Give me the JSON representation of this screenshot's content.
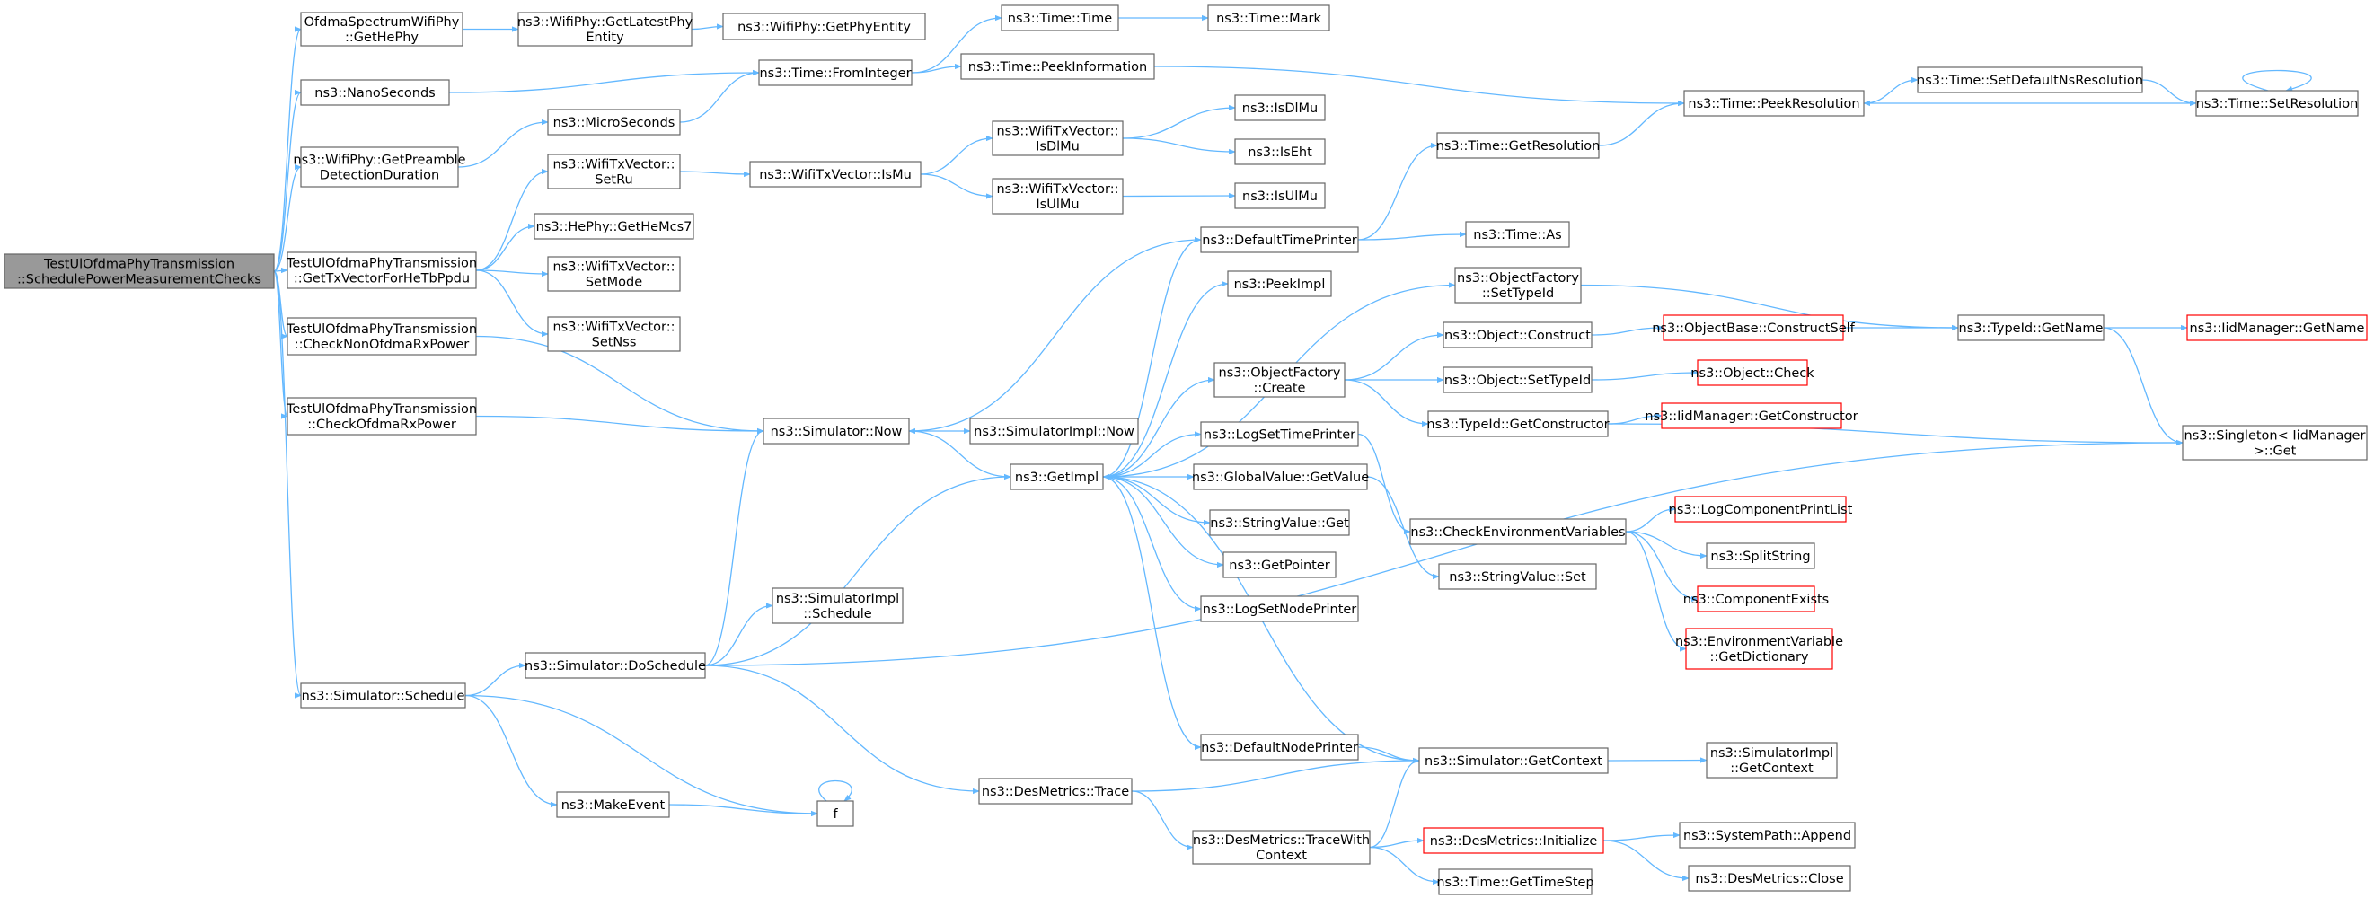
{
  "colors": {
    "edge": "#63b8ff",
    "node_border": "#666666",
    "root_fill": "#999999",
    "truncated_border": "#ff0000",
    "background": "#ffffff"
  },
  "nodes": [
    {
      "id": "root",
      "lines": [
        "TestUlOfdmaPhyTransmission",
        "::SchedulePowerMeasurementChecks"
      ],
      "kind": "root"
    },
    {
      "id": "ofdma_gethephy",
      "lines": [
        "OfdmaSpectrumWifiPhy",
        "::GetHePhy"
      ]
    },
    {
      "id": "nanoseconds",
      "lines": [
        "ns3::NanoSeconds"
      ]
    },
    {
      "id": "getpreamble",
      "lines": [
        "ns3::WifiPhy::GetPreamble",
        "DetectionDuration"
      ]
    },
    {
      "id": "gettxvector",
      "lines": [
        "TestUlOfdmaPhyTransmission",
        "::GetTxVectorForHeTbPpdu"
      ]
    },
    {
      "id": "checknonofdma",
      "lines": [
        "TestUlOfdmaPhyTransmission",
        "::CheckNonOfdmaRxPower"
      ]
    },
    {
      "id": "checkofdma",
      "lines": [
        "TestUlOfdmaPhyTransmission",
        "::CheckOfdmaRxPower"
      ]
    },
    {
      "id": "sim_schedule",
      "lines": [
        "ns3::Simulator::Schedule"
      ]
    },
    {
      "id": "getlatestphy",
      "lines": [
        "ns3::WifiPhy::GetLatestPhy",
        "Entity"
      ]
    },
    {
      "id": "getphyentity",
      "lines": [
        "ns3::WifiPhy::GetPhyEntity"
      ]
    },
    {
      "id": "microseconds",
      "lines": [
        "ns3::MicroSeconds"
      ]
    },
    {
      "id": "setru",
      "lines": [
        "ns3::WifiTxVector::",
        "SetRu"
      ]
    },
    {
      "id": "getheMcs7",
      "lines": [
        "ns3::HePhy::GetHeMcs7"
      ]
    },
    {
      "id": "setmode",
      "lines": [
        "ns3::WifiTxVector::",
        "SetMode"
      ]
    },
    {
      "id": "setnss",
      "lines": [
        "ns3::WifiTxVector::",
        "SetNss"
      ]
    },
    {
      "id": "fromint",
      "lines": [
        "ns3::Time::FromInteger"
      ]
    },
    {
      "id": "ismu",
      "lines": [
        "ns3::WifiTxVector::IsMu"
      ]
    },
    {
      "id": "sim_now",
      "lines": [
        "ns3::Simulator::Now"
      ]
    },
    {
      "id": "doschedule",
      "lines": [
        "ns3::Simulator::DoSchedule"
      ]
    },
    {
      "id": "simimpl_schedule",
      "lines": [
        "ns3::SimulatorImpl",
        "::Schedule"
      ]
    },
    {
      "id": "makeevent",
      "lines": [
        "ns3::MakeEvent"
      ]
    },
    {
      "id": "f",
      "lines": [
        "f"
      ]
    },
    {
      "id": "destrace",
      "lines": [
        "ns3::DesMetrics::Trace"
      ]
    },
    {
      "id": "time_time",
      "lines": [
        "ns3::Time::Time"
      ]
    },
    {
      "id": "peekinfo",
      "lines": [
        "ns3::Time::PeekInformation"
      ]
    },
    {
      "id": "isdlmu",
      "lines": [
        "ns3::WifiTxVector::",
        "IsDlMu"
      ]
    },
    {
      "id": "isulmu",
      "lines": [
        "ns3::WifiTxVector::",
        "IsUlMu"
      ]
    },
    {
      "id": "simimpl_now",
      "lines": [
        "ns3::SimulatorImpl::Now"
      ]
    },
    {
      "id": "getimpl",
      "lines": [
        "ns3::GetImpl"
      ]
    },
    {
      "id": "tracewithctx",
      "lines": [
        "ns3::DesMetrics::TraceWith",
        "Context"
      ]
    },
    {
      "id": "mark",
      "lines": [
        "ns3::Time::Mark"
      ]
    },
    {
      "id": "ns3_isdlmu",
      "lines": [
        "ns3::IsDlMu"
      ]
    },
    {
      "id": "iseht",
      "lines": [
        "ns3::IsEht"
      ]
    },
    {
      "id": "ns3_isulmu",
      "lines": [
        "ns3::IsUlMu"
      ]
    },
    {
      "id": "deftimeprinter",
      "lines": [
        "ns3::DefaultTimePrinter"
      ]
    },
    {
      "id": "peekimpl",
      "lines": [
        "ns3::PeekImpl"
      ]
    },
    {
      "id": "objfact_create",
      "lines": [
        "ns3::ObjectFactory",
        "::Create"
      ]
    },
    {
      "id": "logsettime",
      "lines": [
        "ns3::LogSetTimePrinter"
      ]
    },
    {
      "id": "gv_getvalue",
      "lines": [
        "ns3::GlobalValue::GetValue"
      ]
    },
    {
      "id": "sv_get",
      "lines": [
        "ns3::StringValue::Get"
      ]
    },
    {
      "id": "getpointer",
      "lines": [
        "ns3::GetPointer"
      ]
    },
    {
      "id": "logsetnode",
      "lines": [
        "ns3::LogSetNodePrinter"
      ]
    },
    {
      "id": "defnodeprinter",
      "lines": [
        "ns3::DefaultNodePrinter"
      ]
    },
    {
      "id": "sim_getcontext",
      "lines": [
        "ns3::Simulator::GetContext"
      ]
    },
    {
      "id": "desinit",
      "lines": [
        "ns3::DesMetrics::Initialize"
      ],
      "kind": "trunc"
    },
    {
      "id": "gettimestep",
      "lines": [
        "ns3::Time::GetTimeStep"
      ]
    },
    {
      "id": "getresolution",
      "lines": [
        "ns3::Time::GetResolution"
      ]
    },
    {
      "id": "time_as",
      "lines": [
        "ns3::Time::As"
      ]
    },
    {
      "id": "objfact_settypeid",
      "lines": [
        "ns3::ObjectFactory",
        "::SetTypeId"
      ]
    },
    {
      "id": "obj_construct",
      "lines": [
        "ns3::Object::Construct"
      ]
    },
    {
      "id": "obj_settypeid",
      "lines": [
        "ns3::Object::SetTypeId"
      ]
    },
    {
      "id": "typeid_getctor",
      "lines": [
        "ns3::TypeId::GetConstructor"
      ]
    },
    {
      "id": "checkenv",
      "lines": [
        "ns3::CheckEnvironmentVariables"
      ]
    },
    {
      "id": "sv_set",
      "lines": [
        "ns3::StringValue::Set"
      ]
    },
    {
      "id": "peekresolution",
      "lines": [
        "ns3::Time::PeekResolution"
      ]
    },
    {
      "id": "objbase_construct",
      "lines": [
        "ns3::ObjectBase::ConstructSelf"
      ],
      "kind": "trunc"
    },
    {
      "id": "obj_check",
      "lines": [
        "ns3::Object::Check"
      ],
      "kind": "trunc"
    },
    {
      "id": "iid_getctor",
      "lines": [
        "ns3::IidManager::GetConstructor"
      ],
      "kind": "trunc"
    },
    {
      "id": "logcomplist",
      "lines": [
        "ns3::LogComponentPrintList"
      ],
      "kind": "trunc"
    },
    {
      "id": "splitstring",
      "lines": [
        "ns3::SplitString"
      ]
    },
    {
      "id": "compexists",
      "lines": [
        "ns3::ComponentExists"
      ],
      "kind": "trunc"
    },
    {
      "id": "envvar_dict",
      "lines": [
        "ns3::EnvironmentVariable",
        "::GetDictionary"
      ],
      "kind": "trunc"
    },
    {
      "id": "simimpl_getctx",
      "lines": [
        "ns3::SimulatorImpl",
        "::GetContext"
      ]
    },
    {
      "id": "syspath_append",
      "lines": [
        "ns3::SystemPath::Append"
      ]
    },
    {
      "id": "desclose",
      "lines": [
        "ns3::DesMetrics::Close"
      ]
    },
    {
      "id": "setdefaultns",
      "lines": [
        "ns3::Time::SetDefaultNsResolution"
      ]
    },
    {
      "id": "setresolution",
      "lines": [
        "ns3::Time::SetResolution"
      ]
    },
    {
      "id": "typeid_getname",
      "lines": [
        "ns3::TypeId::GetName"
      ]
    },
    {
      "id": "iid_getname",
      "lines": [
        "ns3::IidManager::GetName"
      ],
      "kind": "trunc"
    },
    {
      "id": "singleton_get",
      "lines": [
        "ns3::Singleton< IidManager",
        ">::Get"
      ]
    }
  ],
  "edges": [
    [
      "root",
      "ofdma_gethephy"
    ],
    [
      "root",
      "nanoseconds"
    ],
    [
      "root",
      "getpreamble"
    ],
    [
      "root",
      "gettxvector"
    ],
    [
      "root",
      "checknonofdma"
    ],
    [
      "root",
      "checkofdma"
    ],
    [
      "root",
      "sim_schedule"
    ],
    [
      "ofdma_gethephy",
      "getlatestphy"
    ],
    [
      "getlatestphy",
      "getphyentity"
    ],
    [
      "nanoseconds",
      "fromint"
    ],
    [
      "getpreamble",
      "microseconds"
    ],
    [
      "microseconds",
      "fromint"
    ],
    [
      "fromint",
      "time_time"
    ],
    [
      "fromint",
      "peekinfo"
    ],
    [
      "time_time",
      "mark"
    ],
    [
      "peekinfo",
      "peekresolution"
    ],
    [
      "gettxvector",
      "setru"
    ],
    [
      "gettxvector",
      "getheMcs7"
    ],
    [
      "gettxvector",
      "setmode"
    ],
    [
      "gettxvector",
      "setnss"
    ],
    [
      "setru",
      "ismu"
    ],
    [
      "ismu",
      "isdlmu"
    ],
    [
      "ismu",
      "isulmu"
    ],
    [
      "isdlmu",
      "ns3_isdlmu"
    ],
    [
      "isdlmu",
      "iseht"
    ],
    [
      "isulmu",
      "ns3_isulmu"
    ],
    [
      "checknonofdma",
      "sim_now"
    ],
    [
      "checkofdma",
      "sim_now"
    ],
    [
      "sim_now",
      "simimpl_now"
    ],
    [
      "sim_now",
      "getimpl"
    ],
    [
      "sim_schedule",
      "doschedule"
    ],
    [
      "sim_schedule",
      "makeevent"
    ],
    [
      "sim_schedule",
      "f"
    ],
    [
      "makeevent",
      "f"
    ],
    [
      "f",
      "f"
    ],
    [
      "doschedule",
      "sim_now"
    ],
    [
      "doschedule",
      "simimpl_schedule"
    ],
    [
      "doschedule",
      "getimpl"
    ],
    [
      "doschedule",
      "destrace"
    ],
    [
      "doschedule",
      "singleton_get"
    ],
    [
      "getimpl",
      "deftimeprinter"
    ],
    [
      "getimpl",
      "peekimpl"
    ],
    [
      "getimpl",
      "objfact_create"
    ],
    [
      "getimpl",
      "objfact_settypeid"
    ],
    [
      "getimpl",
      "logsettime"
    ],
    [
      "getimpl",
      "gv_getvalue"
    ],
    [
      "getimpl",
      "sv_get"
    ],
    [
      "getimpl",
      "getpointer"
    ],
    [
      "getimpl",
      "logsetnode"
    ],
    [
      "getimpl",
      "defnodeprinter"
    ],
    [
      "deftimeprinter",
      "sim_now"
    ],
    [
      "deftimeprinter",
      "getresolution"
    ],
    [
      "deftimeprinter",
      "time_as"
    ],
    [
      "getresolution",
      "peekresolution"
    ],
    [
      "objfact_create",
      "obj_construct"
    ],
    [
      "objfact_create",
      "obj_settypeid"
    ],
    [
      "objfact_create",
      "typeid_getctor"
    ],
    [
      "objfact_settypeid",
      "typeid_getname"
    ],
    [
      "obj_construct",
      "objbase_construct"
    ],
    [
      "objbase_construct",
      "typeid_getname"
    ],
    [
      "obj_settypeid",
      "obj_check"
    ],
    [
      "typeid_getctor",
      "iid_getctor"
    ],
    [
      "typeid_getctor",
      "singleton_get"
    ],
    [
      "logsettime",
      "checkenv"
    ],
    [
      "gv_getvalue",
      "sv_set"
    ],
    [
      "checkenv",
      "logcomplist"
    ],
    [
      "checkenv",
      "splitstring"
    ],
    [
      "checkenv",
      "compexists"
    ],
    [
      "checkenv",
      "envvar_dict"
    ],
    [
      "defnodeprinter",
      "sim_getcontext"
    ],
    [
      "sim_getcontext",
      "getimpl"
    ],
    [
      "sim_getcontext",
      "simimpl_getctx"
    ],
    [
      "destrace",
      "sim_getcontext"
    ],
    [
      "destrace",
      "tracewithctx"
    ],
    [
      "tracewithctx",
      "sim_getcontext"
    ],
    [
      "tracewithctx",
      "desinit"
    ],
    [
      "tracewithctx",
      "gettimestep"
    ],
    [
      "desinit",
      "syspath_append"
    ],
    [
      "desinit",
      "desclose"
    ],
    [
      "peekresolution",
      "setdefaultns"
    ],
    [
      "setdefaultns",
      "setresolution"
    ],
    [
      "setresolution",
      "peekresolution"
    ],
    [
      "setresolution",
      "setresolution"
    ],
    [
      "typeid_getname",
      "iid_getname"
    ],
    [
      "typeid_getname",
      "singleton_get"
    ]
  ]
}
